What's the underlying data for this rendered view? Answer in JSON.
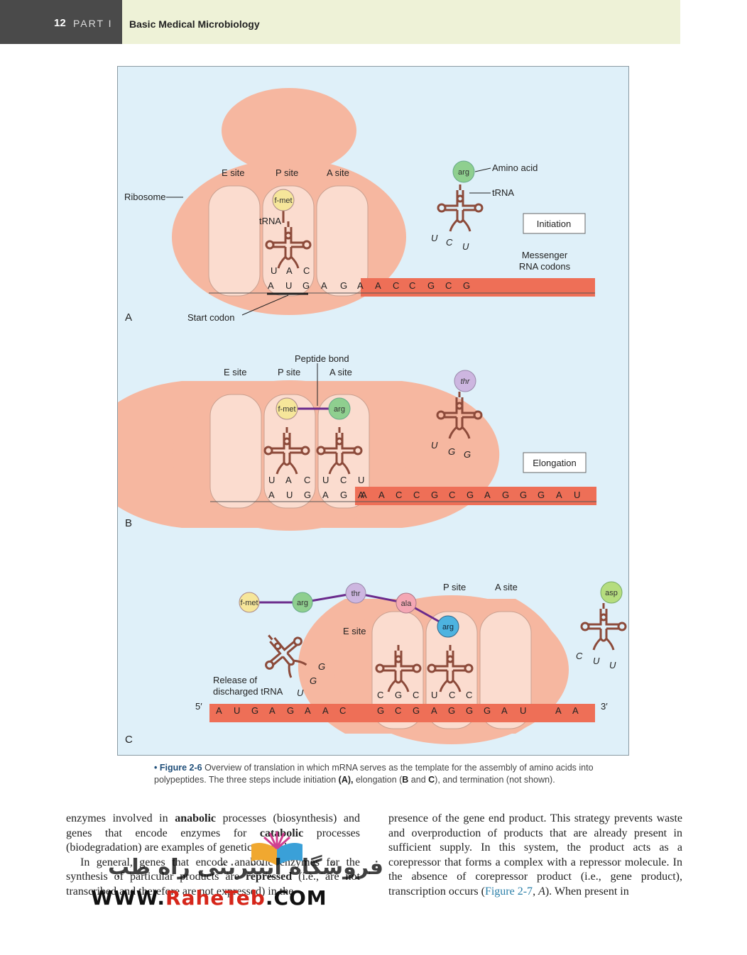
{
  "header": {
    "page_number": "12",
    "part": "PART I",
    "title": "Basic Medical Microbiology"
  },
  "figure": {
    "panel_a": {
      "letter": "A",
      "ribosome": "Ribosome",
      "e_site": "E site",
      "p_site": "P site",
      "a_site": "A site",
      "fmet": "f-met",
      "trna": "tRNA",
      "anticodon": [
        "U",
        "A",
        "C"
      ],
      "codons": [
        "A",
        "U",
        "G",
        "A",
        "G",
        "A",
        "A",
        "C",
        "C",
        "G",
        "C",
        "G"
      ],
      "start_codon": "Start codon",
      "free_aa": "arg",
      "amino_acid_label": "Amino acid",
      "free_trna_label": "tRNA",
      "free_anticodon": [
        "U",
        "C",
        "U"
      ],
      "box": "Initiation",
      "mrna_label_1": "Messenger",
      "mrna_label_2": "RNA codons"
    },
    "panel_b": {
      "letter": "B",
      "peptide_bond": "Peptide bond",
      "e_site": "E site",
      "p_site": "P site",
      "a_site": "A site",
      "aa1": "f-met",
      "aa2": "arg",
      "anticodon1": [
        "U",
        "A",
        "C"
      ],
      "anticodon2": [
        "U",
        "C",
        "U"
      ],
      "codons": [
        "A",
        "U",
        "G",
        "A",
        "G",
        "A",
        "A",
        "A",
        "C",
        "C",
        "G",
        "C",
        "G",
        "A",
        "G",
        "G",
        "G",
        "A",
        "U"
      ],
      "free_aa": "thr",
      "free_anticodon": [
        "U",
        "G",
        "G"
      ],
      "box": "Elongation"
    },
    "panel_c": {
      "letter": "C",
      "chain": [
        "f-met",
        "arg",
        "thr",
        "ala"
      ],
      "p_aa": "arg",
      "p_site": "P site",
      "a_site": "A site",
      "e_site": "E site",
      "release_1": "Release of",
      "release_2": "discharged tRNA",
      "released_anticodon": [
        "G",
        "G",
        "U"
      ],
      "five_prime": "5′",
      "three_prime": "3′",
      "codons": [
        "A",
        "U",
        "G",
        "A",
        "G",
        "A",
        "A",
        "C",
        "G",
        "C",
        "G",
        "A",
        "G",
        "G",
        "G",
        "A",
        "U",
        "A",
        "A"
      ],
      "anticodon1": [
        "C",
        "G",
        "C"
      ],
      "anticodon2": [
        "U",
        "C",
        "C"
      ],
      "free_aa": "asp",
      "free_anticodon": [
        "C",
        "U",
        "U"
      ]
    },
    "colors": {
      "background": "#dff0f9",
      "ribosome": "#f6b7a0",
      "mrna": "#ee6f57",
      "trna": "#8c4a3a",
      "peptide_bond": "#6a2a8c",
      "fmet": "#f6e69a",
      "arg": "#8fcf8f",
      "thr": "#cdb6e0",
      "ala": "#f4a7b4",
      "arg_p": "#4db3e0",
      "asp": "#b5dd7e"
    }
  },
  "caption": {
    "label": "• Figure 2-6",
    "text_1": "Overview of translation in which mRNA serves as the template for the assembly of amino acids into polypeptides. The three steps include initiation ",
    "a": "(A),",
    "text_2": " elongation (",
    "b": "B",
    "text_3": " and ",
    "c": "C",
    "text_4": "), and termination (not shown)."
  },
  "left_column": {
    "p1_a": "enzymes involved in ",
    "p1_b": "anabolic",
    "p1_c": " processes (biosynthesis) and genes that encode enzymes for ",
    "p1_d": "catabolic",
    "p1_e": " processes (biodegradation) are examples of genetic control.",
    "p2_a": "In general, genes that encode anabolic enzymes for the synthesis of particular products are ",
    "p2_b": "repressed",
    "p2_c": " (i.e., are not transcribed and therefore are not expressed) in the"
  },
  "right_column": {
    "p1_a": "presence of the gene end product. This strategy prevents waste and overproduction of products that are already present in sufficient supply. In this system, the product acts as a corepressor that forms a complex with a repressor molecule. In the absence of corepressor product (i.e., gene product), transcription occurs (",
    "link": "Figure 2-7",
    "p1_b": ", ",
    "p1_c": "A",
    "p1_d": "). When present in"
  },
  "watermark": {
    "persian": "فروشگاه اینترنتی راه طب",
    "url_1": "WWW.",
    "url_2": "RaheTeb",
    "url_3": ".COM"
  }
}
